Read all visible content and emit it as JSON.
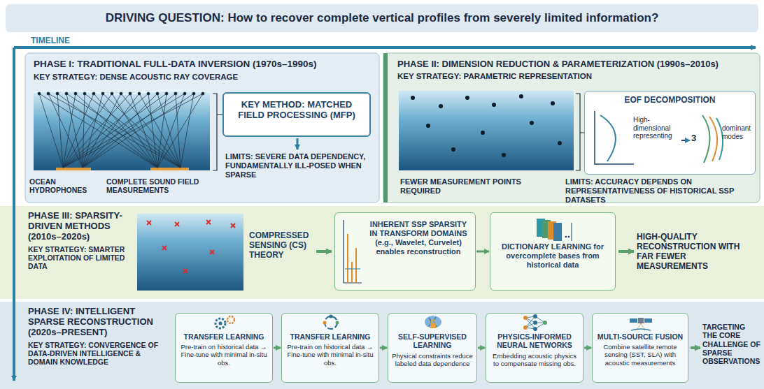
{
  "diagram": {
    "title": "DRIVING QUESTION: How to recover complete vertical profiles from severely limited information?",
    "nodes": [
      {
        "text": [
          "PHASE I: TRADITIONAL FULL-DATA INVERSION (1970s–1990s)",
          "KEY STRATEGY: DENSE ACOUSTIC RAY COVERAGE"
        ]
      },
      {
        "text": [
          "KEY METHOD: MATCHED FIELD PROCESSING (MFP)"
        ],
        "in": 0
      },
      {
        "text": [
          "PHASE II: DIMENSION REDUCTION & PARAMETERIZATION (1990s–2010s)",
          "KEY STRATEGY: PARAMETRIC REPRESENTATION"
        ]
      },
      {
        "text": [
          "EOF DECOMPOSITION"
        ],
        "in": 2
      },
      {
        "text": [
          "PHASE III: SPARSITY-DRIVEN METHODS (2010s–2020s)",
          "KEY STRATEGY: SMARTER EXPLOITATION OF LIMITED DATA"
        ]
      },
      {
        "text": [
          "INHERENT SSP SPARSITY IN TRANSFORM DOMAINS (e.g., Wavelet, Curvelet) enables reconstruction"
        ],
        "in": 4
      },
      {
        "text": [
          "DICTIONARY LEARNING for overcomplete bases from historical data"
        ],
        "in": 4
      },
      {
        "text": [
          "PHASE IV: INTELLIGENT SPARSE RECONSTRUCTION (2020s–PRESENT)",
          "KEY STRATEGY: CONVERGENCE OF DATA-DRIVEN INTELLIGENCE & DOMAIN KNOWLEDGE"
        ]
      },
      {
        "text": [
          "TRANSFER LEARNING",
          "Pre-train on historical data → Fine-tune with minimal in-situ obs."
        ],
        "in": 7
      },
      {
        "text": [
          "TRANSFER LEARNING",
          "Pre-train on historical data → Fine-tune with minimal in-situ obs."
        ],
        "in": 7
      },
      {
        "text": [
          "SELF-SUPERVISED LEARNING",
          "Physical constraints reduce labeled data dependence"
        ],
        "in": 7
      },
      {
        "text": [
          "PHYSICS-INFORMED NEURAL NETWORKS",
          "Embedding acoustic physics to compensate missing obs."
        ],
        "in": 7
      },
      {
        "text": [
          "MULTI-SOURCE FUSION",
          "Combine satellite remote sensing (SST, SLA) with acoustic measurements"
        ],
        "in": 7
      }
    ],
    "edges": [
      {
        "from": 5,
        "to": 6,
        "arrow": "to"
      },
      {
        "from": 8,
        "to": 9,
        "arrow": "to"
      },
      {
        "from": 9,
        "to": 10,
        "arrow": "to"
      },
      {
        "from": 10,
        "to": 11,
        "arrow": "to"
      },
      {
        "from": 11,
        "to": 12,
        "arrow": "to"
      }
    ],
    "labels": [
      "TIMELINE",
      "OCEAN HYDROPHONES",
      "COMPLETE SOUND FIELD MEASUREMENTS",
      "LIMITS: SEVERE DATA DEPENDENCY, FUNDAMENTALLY ILL-POSED WHEN SPARSE",
      "FEWER MEASUREMENT POINTS REQUIRED",
      "LIMITS: ACCURACY DEPENDS ON REPRESENTATIVENESS OF HISTORICAL SSP DATASETS",
      "High-dimensional representing",
      "3",
      "dominant modes",
      "COMPRESSED SENSING (CS) THEORY",
      "HIGH-QUALITY RECONSTRUCTION WITH FAR FEWER MEASUREMENTS",
      "TARGETING THE CORE CHALLENGE OF SPARSE OBSERVATIONS"
    ]
  }
}
